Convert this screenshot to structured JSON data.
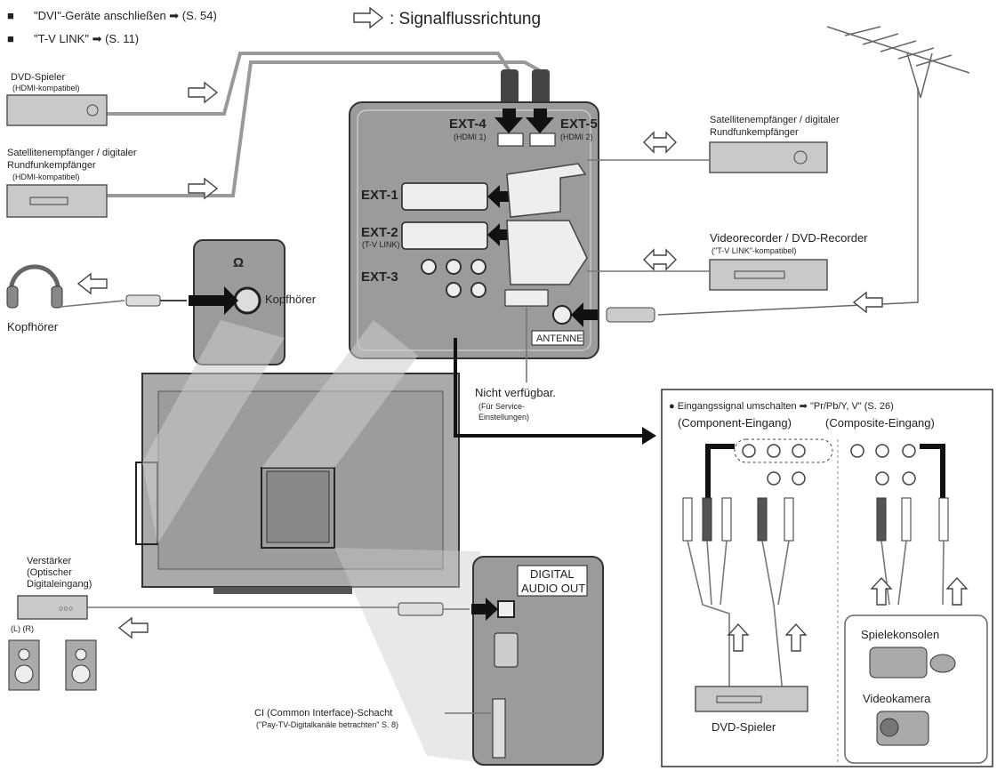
{
  "legend": {
    "items": [
      {
        "bullet": "■",
        "text": "\"DVI\"-Geräte anschließen ➡ (S. 54)"
      },
      {
        "bullet": "■",
        "text": "\"T-V LINK\" ➡ (S. 11)"
      }
    ],
    "signal_flow_label": ": Signalflussrichtung"
  },
  "devices": {
    "dvd_player_top": {
      "title": "DVD-Spieler",
      "subtitle": "(HDMI-kompatibel)"
    },
    "sat_receiver_left": {
      "line1": "Satellitenempfänger / digitaler",
      "line2": "Rundfunkempfänger",
      "subtitle": "(HDMI-kompatibel)"
    },
    "sat_receiver_right": {
      "line1": "Satellitenempfänger / digitaler",
      "line2": "Rundfunkempfänger"
    },
    "video_recorder": {
      "line1": "Videorecorder / DVD-Recorder",
      "subtitle": "(\"T-V LINK\"-kompatibel)"
    },
    "headphones": {
      "label": "Kopfhörer"
    },
    "headphone_jack": {
      "label": "Kopfhörer"
    },
    "amplifier": {
      "line1": "Verstärker",
      "line2": "(Optischer",
      "line3": "Digitaleingang)",
      "lr": "(L) (R)"
    },
    "dvd_player_bottom": {
      "title": "DVD-Spieler"
    },
    "game_consoles": {
      "title": "Spielekonsolen"
    },
    "video_camera": {
      "title": "Videokamera"
    }
  },
  "ports": {
    "ext4": {
      "name": "EXT-4",
      "sub": "(HDMI 1)"
    },
    "ext5": {
      "name": "EXT-5",
      "sub": "(HDMI 2)"
    },
    "ext1": {
      "name": "EXT-1"
    },
    "ext2": {
      "name": "EXT-2",
      "sub": "(T-V LINK)"
    },
    "ext3": {
      "name": "EXT-3"
    },
    "antenna": {
      "name": "ANTENNE"
    },
    "digital_audio": {
      "line1": "DIGITAL",
      "line2": "AUDIO OUT"
    }
  },
  "notes": {
    "not_available": {
      "line1": "Nicht verfügbar.",
      "line2": "(Für Service-",
      "line3": "Einstellungen)"
    },
    "ci_slot": {
      "line1": "CI (Common Interface)-Schacht",
      "line2": "(\"Pay-TV-Digitalkanäle betrachten\" S. 8)"
    }
  },
  "input_box": {
    "header": "● Eingangssignal umschalten ➡ \"Pr/Pb/Y,  V\" (S. 26)",
    "component": "(Component-Eingang)",
    "composite": "(Composite-Eingang)"
  },
  "colors": {
    "panel": "#9b9b9b",
    "device": "#c9c9c9",
    "cable": "#777777",
    "arrow": "#111111"
  },
  "icons": [
    "hollow-arrow-right-icon",
    "double-arrow-icon",
    "headphones-icon",
    "antenna-icon",
    "speaker-icon"
  ]
}
